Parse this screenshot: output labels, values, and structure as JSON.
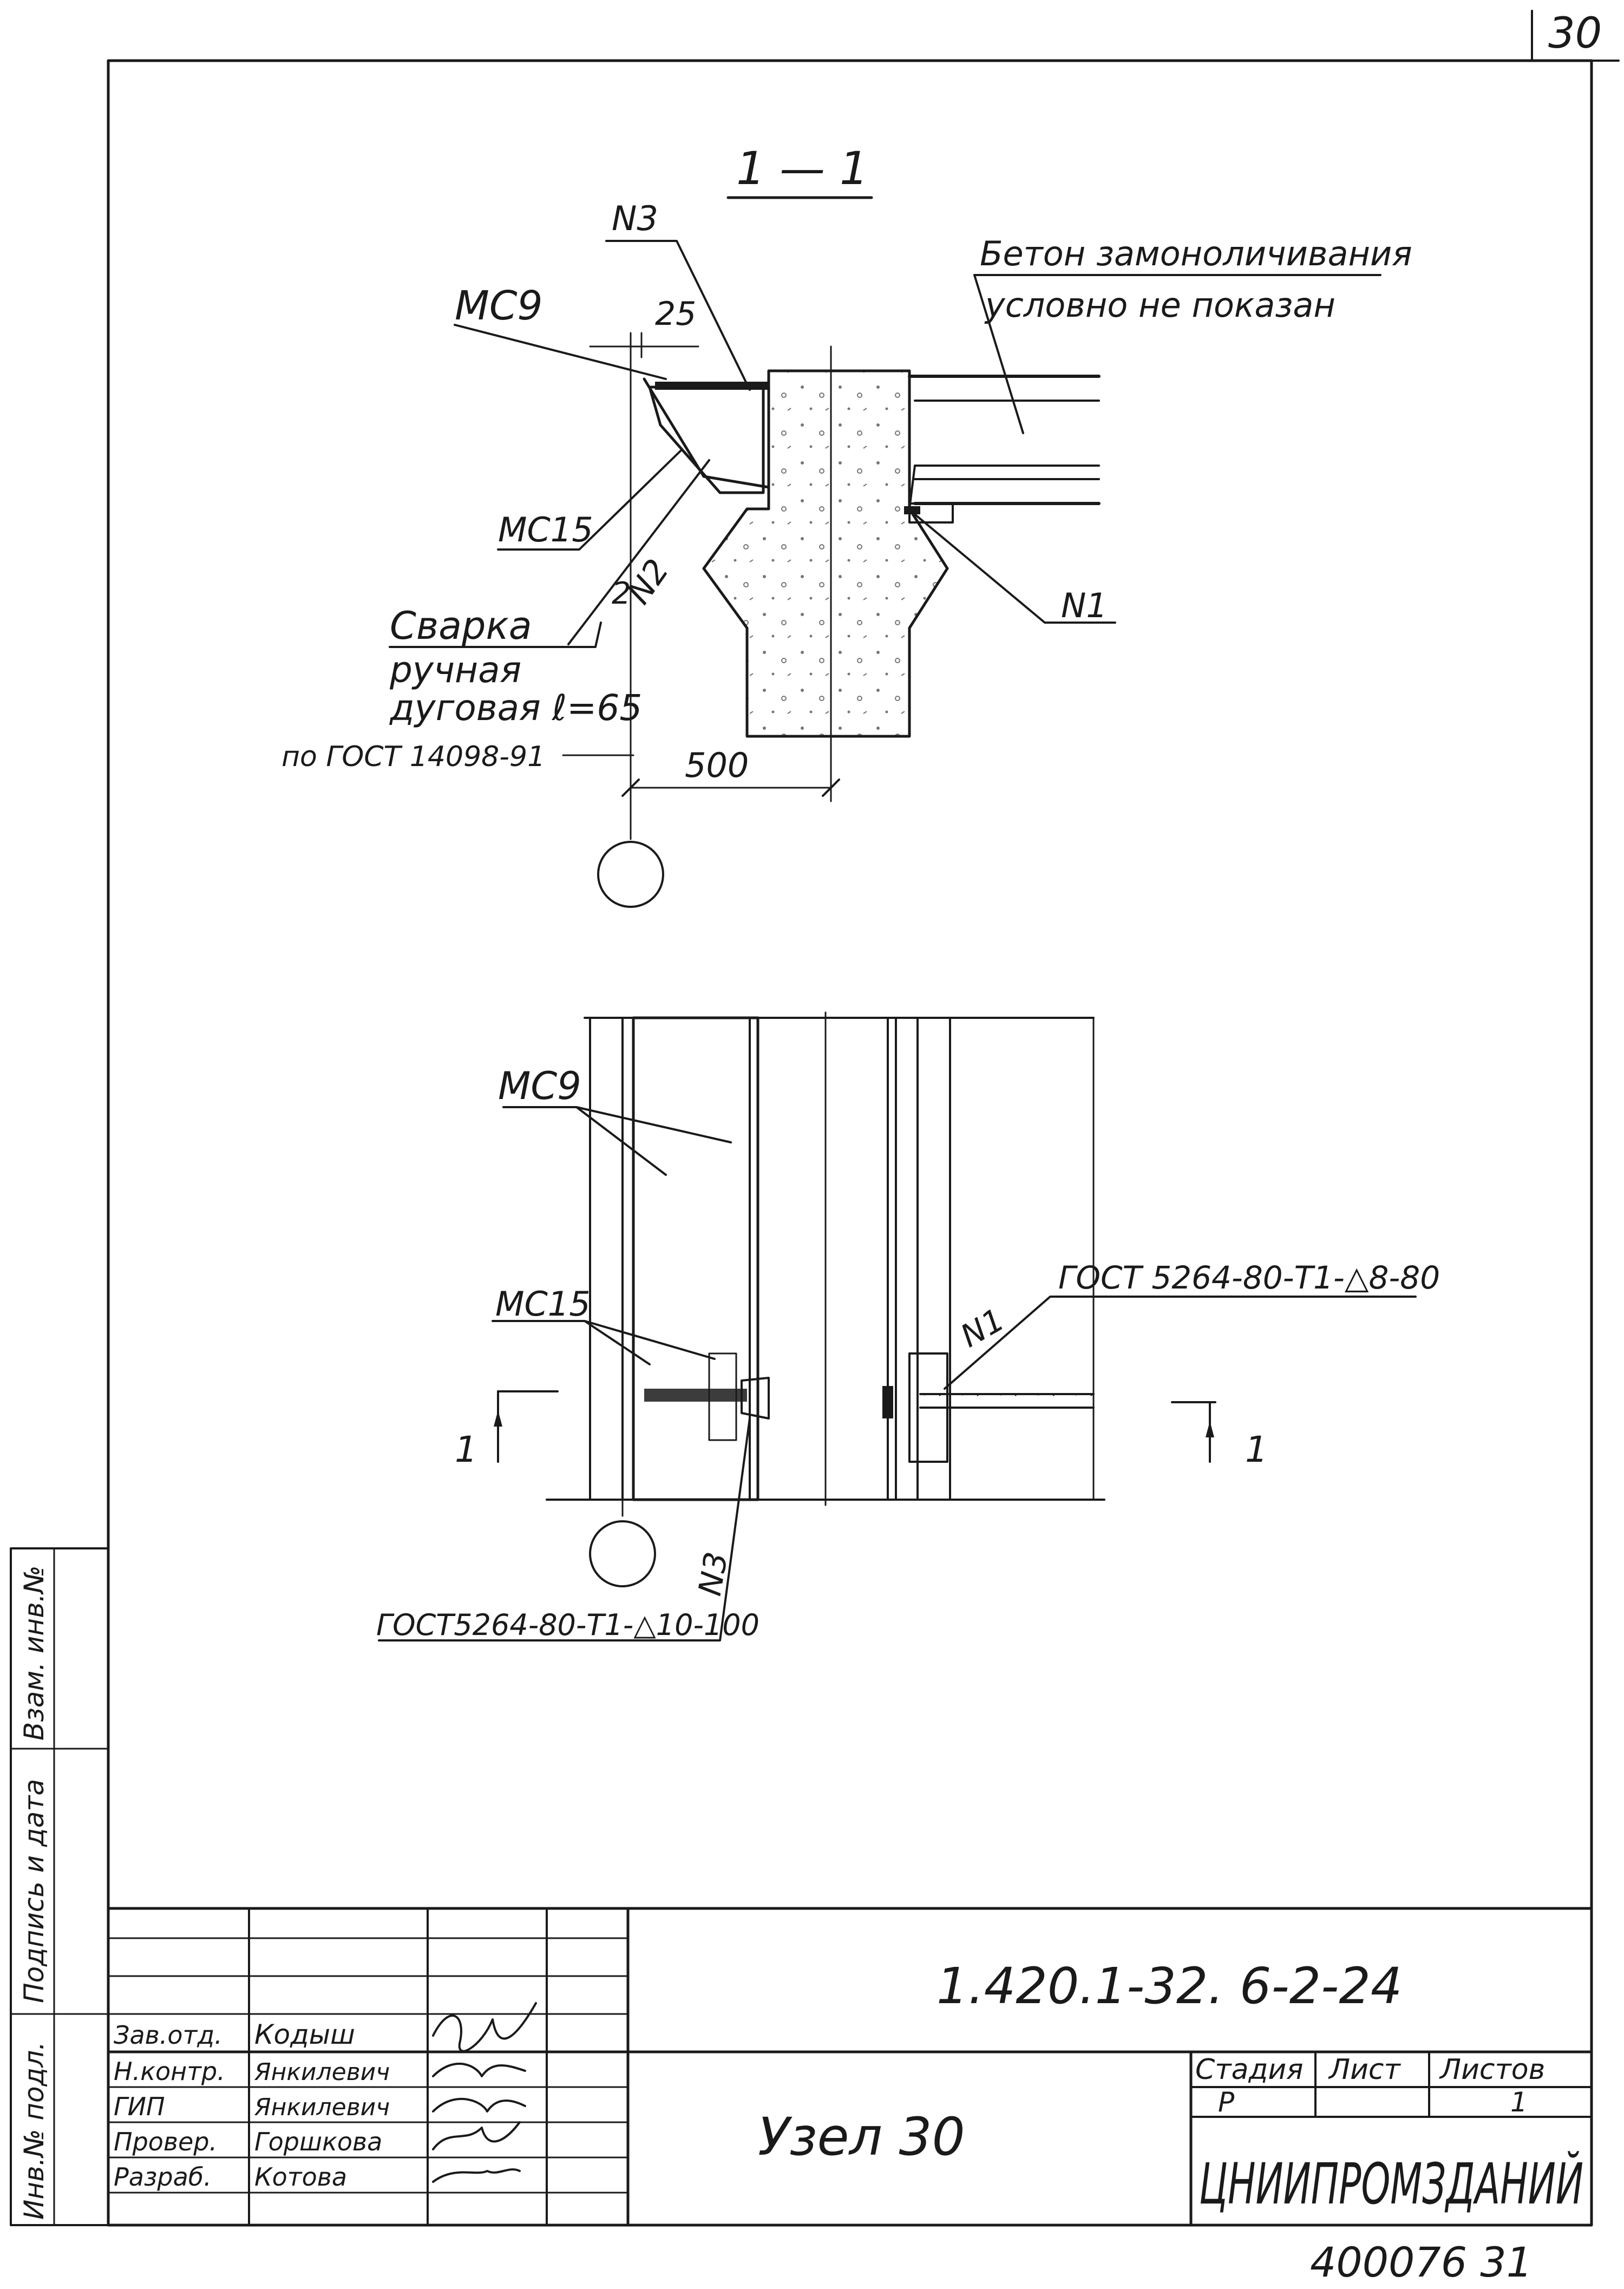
{
  "sheet_number": "30",
  "section_label": "1 — 1",
  "labels": {
    "n3_top": "N3",
    "mc9_top": "МС9",
    "dim_25": "25",
    "mc15_top": "МС15",
    "n2": "N2",
    "weld_line1": "Сварка",
    "weld_line2": "ручная",
    "weld_line3": "дуговая ℓ=65",
    "weld_line4": "по ГОСТ 14098-91",
    "weld_size": "2",
    "concrete_line1": "Бетон замоноличивания",
    "concrete_line2": "условно не показан",
    "n1_top": "N1",
    "dim_500": "500",
    "mc9_plan": "МС9",
    "mc15_plan": "МС15",
    "n1_plan": "N1",
    "gost_right": "ГОСТ 5264-80-Т1-△8-80",
    "gost_bottom": "ГОСТ5264-80-Т1-△10-100",
    "n3_plan": "N3",
    "cut_left": "1",
    "cut_right": "1"
  },
  "side_stamp": [
    "Инв.№ подл.",
    "Подпись и дата",
    "Взам. инв.№"
  ],
  "title_block": {
    "code": "1.420.1-32. 6-2-24",
    "title": "Узел 30",
    "head_stage": "Стадия",
    "head_sheet": "Лист",
    "head_sheets": "Листов",
    "stage": "Р",
    "sheet": "",
    "sheets": "1",
    "org": "ЦНИИПРОМЗДАНИЙ",
    "rows": [
      {
        "role": "Зав.отд.",
        "name": "Кодыш"
      },
      {
        "role": "Н.контр.",
        "name": "Янкилевич"
      },
      {
        "role": "ГИП",
        "name": "Янкилевич"
      },
      {
        "role": "Провер.",
        "name": "Горшкова"
      },
      {
        "role": "Разраб.",
        "name": "Котова"
      }
    ]
  },
  "archive_number": "400076 31",
  "colors": {
    "ink": "#1a1a1a",
    "paper": "#ffffff"
  }
}
